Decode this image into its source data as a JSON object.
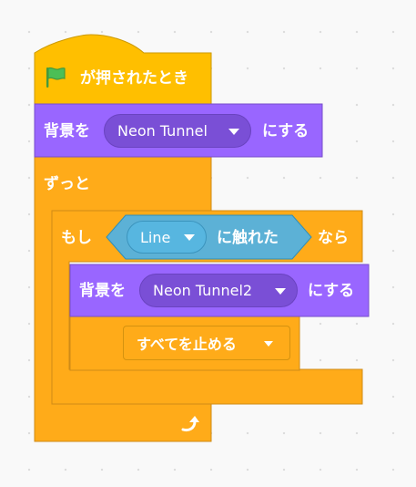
{
  "colors": {
    "events": "#ffbf00",
    "looks": "#9966ff",
    "control": "#ffab19",
    "sensing": "#5cb1d6"
  },
  "blocks": {
    "hat": {
      "label": "が押されたとき",
      "icon": "green-flag-icon"
    },
    "switch_backdrop": {
      "prefix": "背景を",
      "value": "Neon Tunnel",
      "suffix": "にする"
    },
    "forever": {
      "label": "ずっと",
      "icon": "loop-arrow-icon"
    },
    "if_block": {
      "prefix": "もし",
      "suffix": "なら"
    },
    "touching": {
      "menu_value": "Line",
      "label": "に触れた"
    },
    "switch_backdrop_2": {
      "prefix": "背景を",
      "value": "Neon Tunnel2",
      "suffix": "にする"
    },
    "stop": {
      "label": "すべてを止める"
    }
  }
}
